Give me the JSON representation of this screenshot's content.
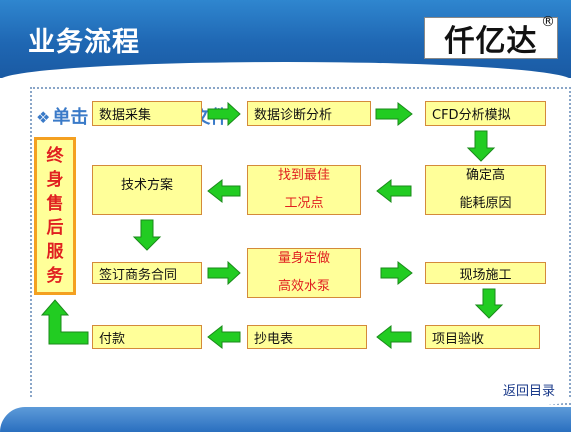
{
  "header": {
    "title": "业务流程",
    "logo_text": "仟亿达",
    "logo_mark": "®"
  },
  "intro_text": "单击",
  "intro_text_tail": "文件",
  "boxes": {
    "data_collect": "数据采集",
    "data_diagnose": "数据诊断分析",
    "cfd": "CFD分析模拟",
    "tech_plan": "技术方案",
    "find_best": [
      "找到最佳",
      "工况点"
    ],
    "determine": [
      "确定高",
      "能耗原因"
    ],
    "contract": "签订商务合同",
    "custom_pump": [
      "量身定做",
      "高效水泵"
    ],
    "construction": "现场施工",
    "payment": "付款",
    "meter": "抄电表",
    "acceptance": "项目验收"
  },
  "lifetime_service": [
    "终",
    "身",
    "售",
    "后",
    "服",
    "务"
  ],
  "back_link": "返回目录",
  "colors": {
    "header_blue": "#1f67b3",
    "box_fill": "#ffff99",
    "box_border": "#d48a3a",
    "arrow_green": "#22cc22",
    "arrow_border": "#1a8a1a",
    "highlight_red": "#e02020"
  }
}
